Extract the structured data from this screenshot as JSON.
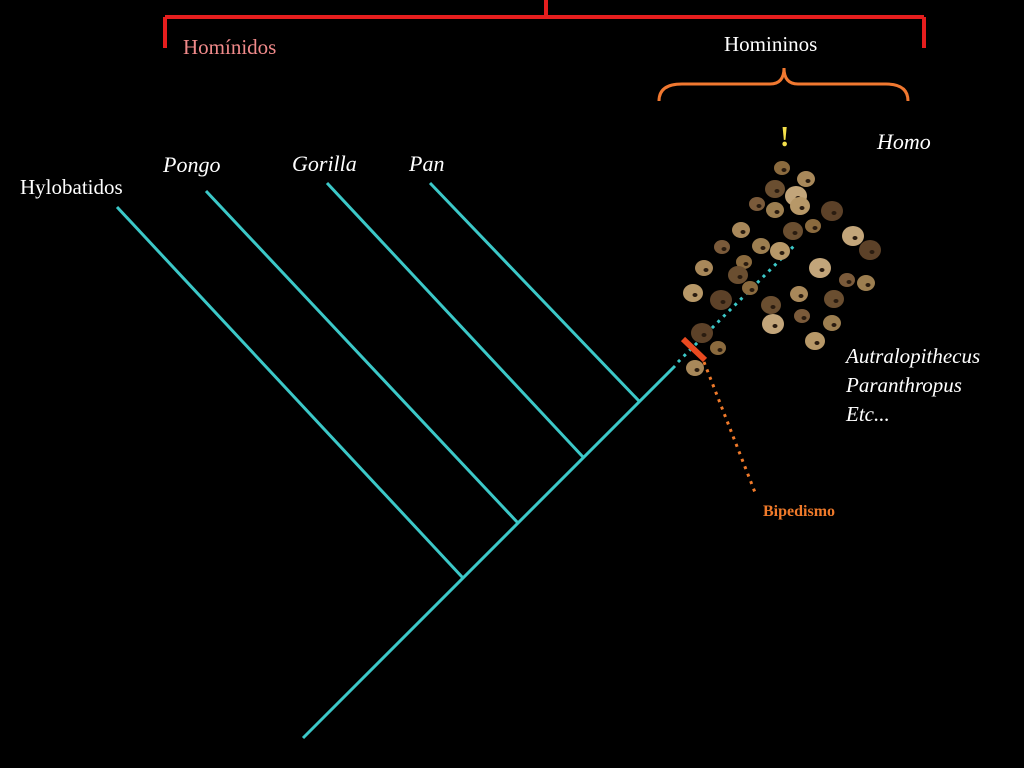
{
  "labels": {
    "hominidos": "Homínidos",
    "homininos": "Homininos",
    "hylobatidos": "Hylobatidos",
    "pongo": "Pongo",
    "gorilla": "Gorilla",
    "pan": "Pan",
    "homo": "Homo",
    "exclamation": "!",
    "groups": [
      "Autralopithecus",
      "Paranthropus",
      "Etc..."
    ],
    "bipedismo": "Bipedismo"
  },
  "colors": {
    "background": "#000000",
    "branch": "#3cc8c8",
    "hominidos_bracket": "#e61e1e",
    "homininos_brace": "#f07830",
    "bipedismo": "#f07a2a",
    "exclamation": "#f4e04a",
    "hominidos_label": "#f08a8a"
  },
  "icons": [
    "skull-cluster-icon",
    "bipedism-marker-icon"
  ]
}
